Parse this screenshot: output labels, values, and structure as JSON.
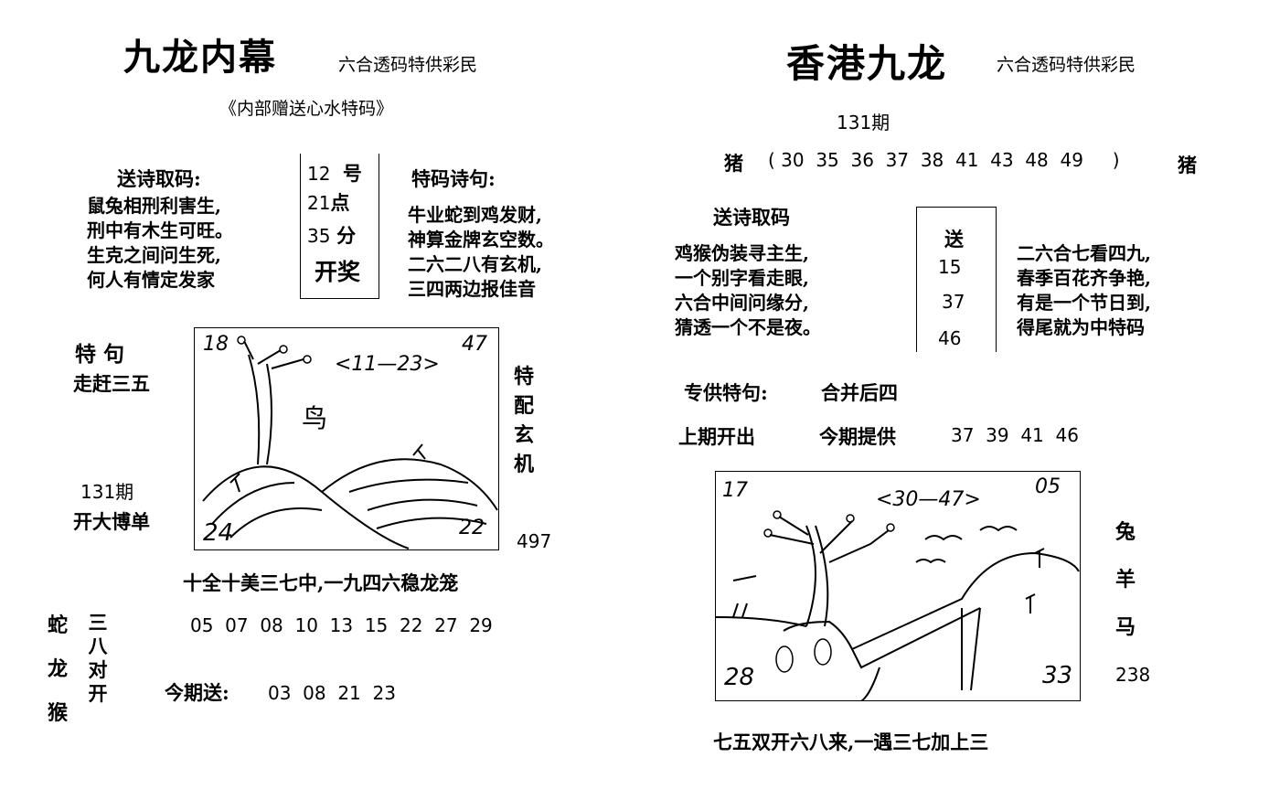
{
  "left": {
    "title": "九龙内幕",
    "tagline": "六合透码特供彩民",
    "subtitle": "《内部赠送心水特码》",
    "poem_heading": "送诗取码:",
    "poem_lines": [
      "鼠兔相刑利害生,",
      "刑中有木生可旺。",
      "生克之间问生死,",
      "何人有情定发家"
    ],
    "schedule": {
      "day_num": "12",
      "day_unit": "号",
      "hour_num": "21",
      "hour_unit": "点",
      "min_num": "35",
      "min_unit": "分",
      "label": "开奖"
    },
    "special_heading": "特码诗句:",
    "special_lines": [
      "牛业蛇到鸡发财,",
      "神算金牌玄空数。",
      "二六二八有玄机,",
      "三四两边报佳音"
    ],
    "teju_label": "特  句",
    "teju_text": "走赶三五",
    "issue": "131期",
    "bet_text": "开大博单",
    "side_vertical": "特配玄机",
    "side_number": "497",
    "picture": {
      "tl": "18",
      "tr": "47",
      "bl": "24",
      "br": "22",
      "range": "<11—23>",
      "char": "鸟"
    },
    "slogan": "十全十美三七中,一九四六稳龙笼",
    "zodiac_vertical": [
      "蛇",
      "龙",
      "猴"
    ],
    "duikai_vertical": "三八对开",
    "numbers": "05  07  08  10  13  15  22  27  29",
    "today_label": "今期送:",
    "today_numbers": "03  08  21  23"
  },
  "right": {
    "title": "香港九龙",
    "tagline": "六合透码特供彩民",
    "issue": "131期",
    "pig_left": "猪",
    "pig_numbers": "( 30  35  36  37  38  41  43  48  49     )",
    "pig_right": "猪",
    "poem_heading": "送诗取码",
    "poem_lines": [
      "鸡猴伪装寻主生,",
      "一个别字看走眼,",
      "六合中间问缘分,",
      "猜透一个不是夜。"
    ],
    "send_label": "送",
    "send_numbers": [
      "15",
      "37",
      "46"
    ],
    "poem2_lines": [
      "二六合七看四九,",
      "春季百花齐争艳,",
      "有是一个节日到,",
      "得尾就为中特码"
    ],
    "special_label": "专供特句:",
    "special_text": "合并后四",
    "last_label": "上期开出",
    "provide_label": "今期提供",
    "provide_numbers": "37  39  41  46",
    "picture": {
      "tl": "17",
      "tr": "05",
      "bl": "28",
      "br": "33",
      "range": "<30—47>"
    },
    "side_zodiacs": [
      "兔",
      "羊",
      "马"
    ],
    "side_number": "238",
    "slogan": "七五双开六八来,一遇三七加上三"
  }
}
